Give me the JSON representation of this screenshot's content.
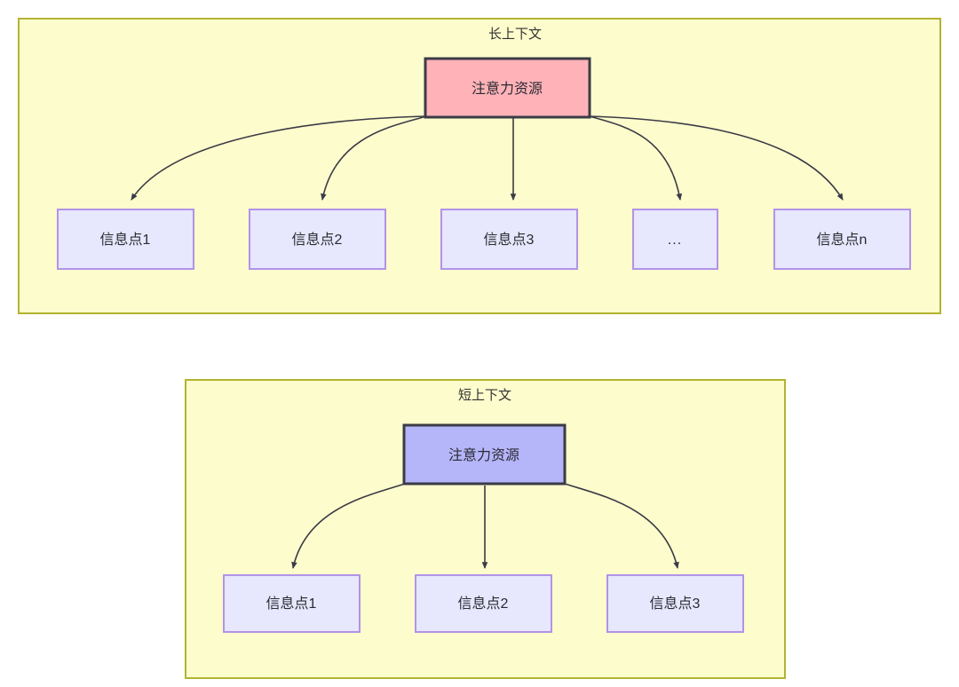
{
  "figure": {
    "type": "diagram",
    "subtype": "node-link-tree",
    "background_color": "#ffffff",
    "panel_fill": "#fcfccc",
    "panel_stroke": "#b3b332",
    "leaf_fill": "#e7e7fd",
    "leaf_stroke": "#b293e8",
    "edge_color": "#3b3b46",
    "text_color": "#2b2b33"
  },
  "panels": [
    {
      "id": "long-context",
      "title": "长上下文",
      "root": {
        "label": "注意力资源",
        "fill": "#ffb3b8",
        "stroke": "#3b3b46"
      },
      "leaves": [
        {
          "label": "信息点1"
        },
        {
          "label": "信息点2"
        },
        {
          "label": "信息点3"
        },
        {
          "label": "..."
        },
        {
          "label": "信息点n"
        }
      ]
    },
    {
      "id": "short-context",
      "title": "短上下文",
      "root": {
        "label": "注意力资源",
        "fill": "#b5b5fa",
        "stroke": "#3b3b46"
      },
      "leaves": [
        {
          "label": "信息点1"
        },
        {
          "label": "信息点2"
        },
        {
          "label": "信息点3"
        }
      ]
    }
  ]
}
